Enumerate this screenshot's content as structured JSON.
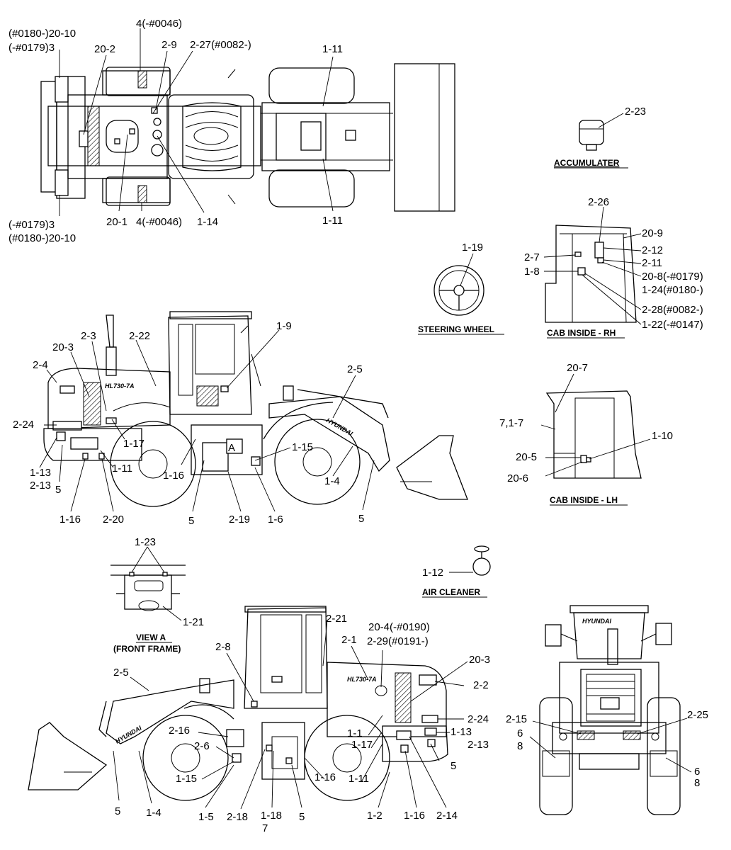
{
  "captions": {
    "accumulator": "ACCUMULATER",
    "steering_wheel": "STEERING WHEEL",
    "cab_inside_rh": "CAB INSIDE - RH",
    "cab_inside_lh": "CAB INSIDE - LH",
    "air_cleaner": "AIR CLEANER",
    "view_a": "VIEW A",
    "front_frame": "(FRONT FRAME)"
  },
  "machine_text": {
    "model": "HL730-7A",
    "brand": "HYUNDAI",
    "arrow_a": "A"
  },
  "callouts": {
    "top": {
      "c20_10_top": "(#0180-)20-10",
      "c3_top": "(-#0179)3",
      "c20_2": "20-2",
      "c4_top": "4(-#0046)",
      "c2_9": "2-9",
      "c2_27": "2-27(#0082-)",
      "c1_11_top": "1-11",
      "c3_bottom": "(-#0179)3",
      "c20_10_bottom": "(#0180-)20-10",
      "c20_1": "20-1",
      "c4_bottom": "4(-#0046)",
      "c1_14": "1-14",
      "c1_11_bottom": "1-11"
    },
    "accumulator": {
      "c2_23": "2-23"
    },
    "cab_rh": {
      "c2_26": "2-26",
      "c20_9": "20-9",
      "c2_12": "2-12",
      "c2_7": "2-7",
      "c2_11": "2-11",
      "c1_8": "1-8",
      "c20_8": "20-8(-#0179)",
      "c1_24": "1-24(#0180-)",
      "c2_28": "2-28(#0082-)",
      "c1_22": "1-22(-#0147)"
    },
    "steering": {
      "c1_19": "1-19"
    },
    "side_lh": {
      "c1_9": "1-9",
      "c2_3": "2-3",
      "c2_22": "2-22",
      "c20_3": "20-3",
      "c2_4": "2-4",
      "c2_5": "2-5",
      "c2_24": "2-24",
      "c1_17": "1-17",
      "c1_15": "1-15",
      "c1_13": "1-13",
      "c2_13": "2-13",
      "c1_11": "1-11",
      "c1_16a": "1-16",
      "c1_4": "1-4",
      "c5a": "5",
      "c5b": "5",
      "c5c": "5",
      "c1_16b": "1-16",
      "c2_20": "2-20",
      "c2_19": "2-19",
      "c1_6": "1-6"
    },
    "cab_lh": {
      "c20_7": "20-7",
      "c7_1_7": "7,1-7",
      "c1_10": "1-10",
      "c20_5": "20-5",
      "c20_6": "20-6"
    },
    "view_a": {
      "c1_23": "1-23",
      "c1_21": "1-21"
    },
    "air_cleaner": {
      "c1_12": "1-12"
    },
    "side_rh": {
      "c2_21": "2-21",
      "c20_4": "20-4(-#0190)",
      "c2_29": "2-29(#0191-)",
      "c2_8": "2-8",
      "c2_1": "2-1",
      "c20_3": "20-3",
      "c2_5": "2-5",
      "c2_2": "2-2",
      "c2_24": "2-24",
      "c2_16": "2-16",
      "c1_1": "1-1",
      "c1_13": "1-13",
      "c2_6": "2-6",
      "c1_17": "1-17",
      "c2_13": "2-13",
      "c1_15": "1-15",
      "c1_16": "1-16",
      "c1_11": "1-11",
      "c5a": "5",
      "c1_4": "1-4",
      "c5b": "5",
      "c1_5": "1-5",
      "c2_18": "2-18",
      "c1_18": "1-18",
      "c7": "7",
      "c5c": "5",
      "c1_2": "1-2",
      "c1_16b": "1-16",
      "c2_14": "2-14"
    },
    "rear": {
      "c2_15": "2-15",
      "c2_25": "2-25",
      "c6a": "6",
      "c8a": "8",
      "c6b": "6",
      "c8b": "8"
    }
  }
}
